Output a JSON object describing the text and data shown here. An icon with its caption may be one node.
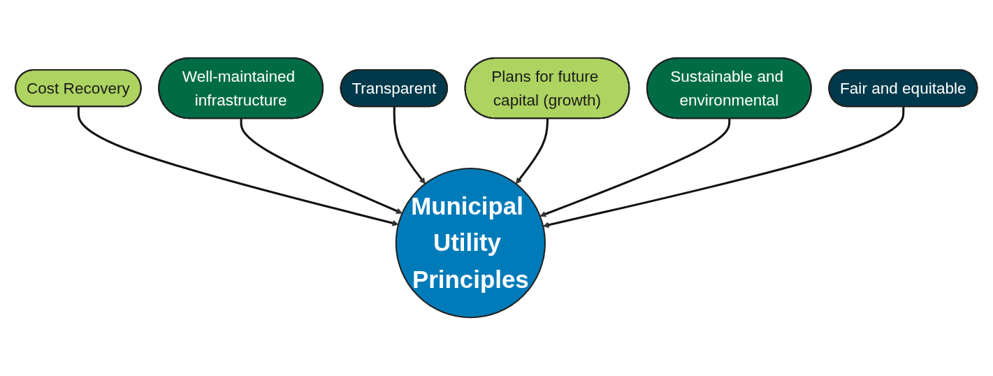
{
  "diagram": {
    "nodes": [
      {
        "text": [
          "Cost Recovery"
        ]
      },
      {
        "text": [
          "Well-maintained infrastructure"
        ]
      },
      {
        "text": [
          "Transparent"
        ]
      },
      {
        "text": [
          "Municipal Utility Principles"
        ]
      },
      {
        "text": [
          "Plans for future capital (growth)"
        ]
      },
      {
        "text": [
          "Sustainable and environmental"
        ]
      },
      {
        "text": [
          "Fair and equitable"
        ]
      }
    ],
    "edges": [
      {
        "from": 0,
        "to": 3,
        "arrow": "to"
      },
      {
        "from": 1,
        "to": 3,
        "arrow": "to"
      },
      {
        "from": 2,
        "to": 3,
        "arrow": "to"
      },
      {
        "from": 4,
        "to": 3,
        "arrow": "to"
      },
      {
        "from": 5,
        "to": 3,
        "arrow": "to"
      },
      {
        "from": 6,
        "to": 3,
        "arrow": "to"
      }
    ]
  }
}
